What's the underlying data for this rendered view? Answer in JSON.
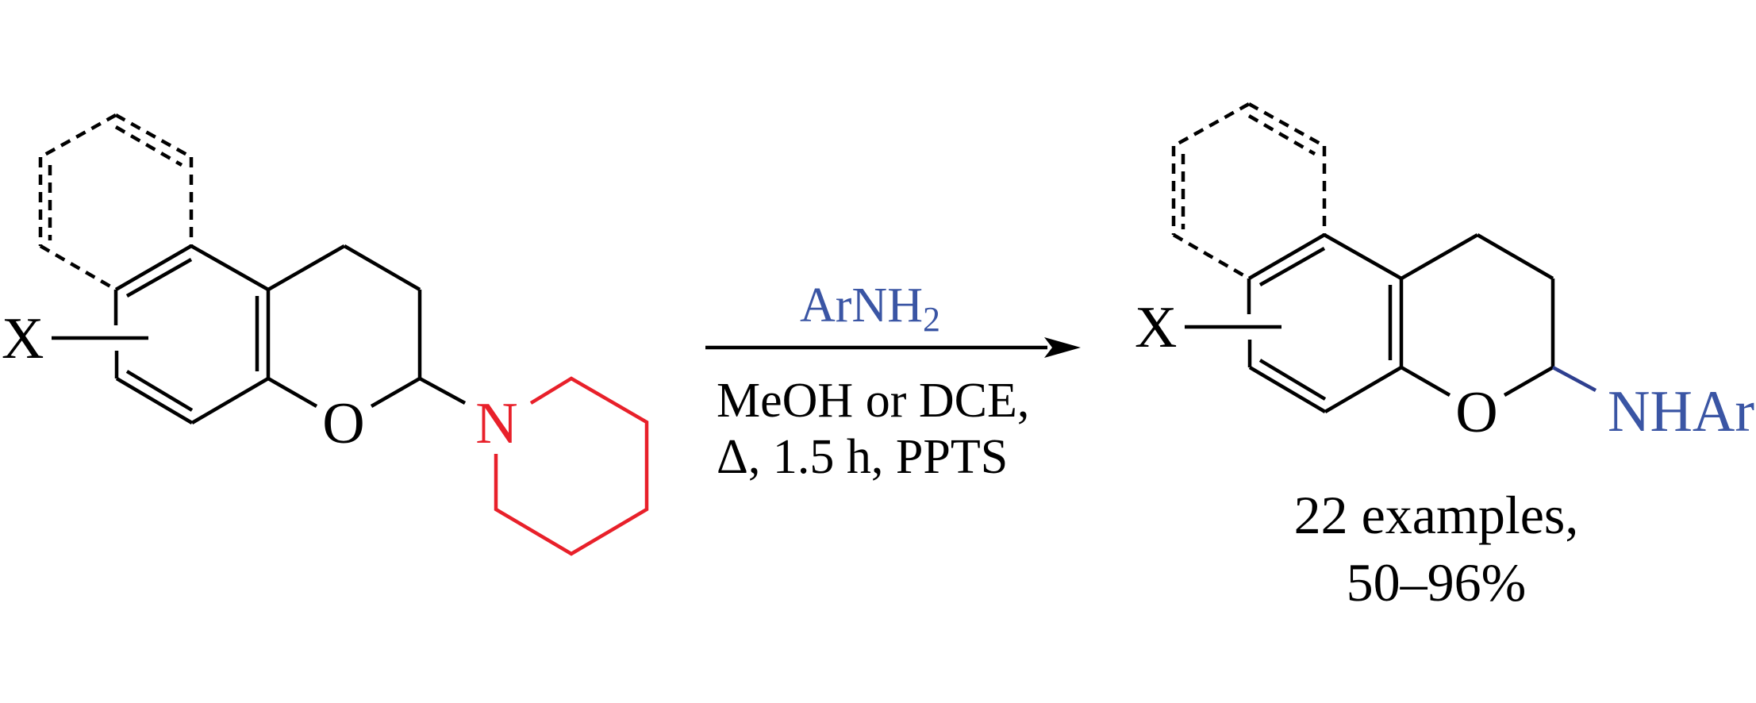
{
  "reactant": {
    "substituent_label": "X",
    "ring_oxygen_label": "O",
    "amine_nitrogen_label": "N",
    "amine_color": "#e8202a"
  },
  "arrow": {
    "reagent": "ArNH",
    "reagent_subscript": "2",
    "reagent_color": "#3a55a4",
    "conditions_line1": "MeOH or DCE,",
    "conditions_line2": "Δ, 1.5 h, PPTS"
  },
  "product": {
    "substituent_label": "X",
    "ring_oxygen_label": "O",
    "amine_label": "NHAr",
    "amine_color": "#3a55a4",
    "scope_line1": "22 examples,",
    "scope_line2": "50–96%"
  }
}
